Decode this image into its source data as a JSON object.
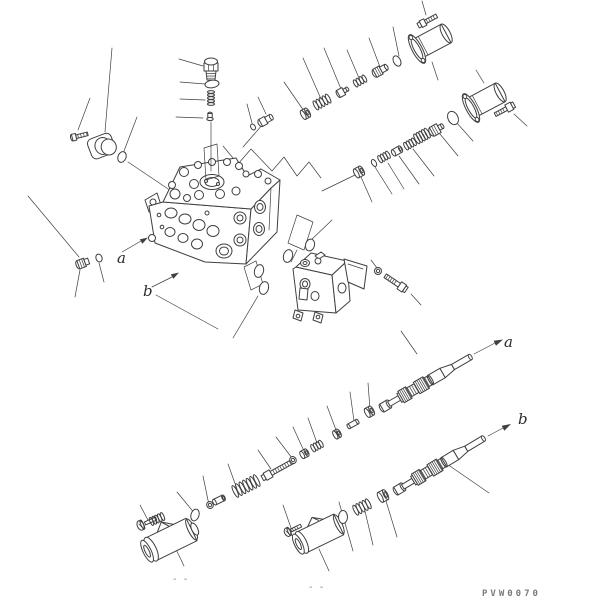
{
  "figure": {
    "code": "PVW0070"
  },
  "labels": {
    "upper_a": "a",
    "upper_b": "b",
    "lower_a": "a",
    "lower_b": "b"
  },
  "dash_marks": {
    "left": "- -",
    "center": "- -"
  },
  "colors": {
    "background": "#ffffff",
    "line": "#3f3f3f",
    "label_text": "#2b2b2b",
    "code_text": "#7a7a7a"
  },
  "parts": [
    "main-valve-body",
    "side-cover",
    "cover-bolt",
    "cover-o-ring",
    "top-plug",
    "plug-o-ring",
    "plug-spring",
    "plug-poppet",
    "check-valve-fitting",
    "valve-seat",
    "check-spring",
    "check-poppet",
    "relief-plug",
    "relief-o-ring",
    "flanged-cap-upper",
    "flanged-cap-right",
    "cap-bolt",
    "pilot-valve-body",
    "pilot-washer",
    "pilot-bolt",
    "spool-a",
    "spool-b",
    "spring-seat",
    "return-spring",
    "long-bolt",
    "washer",
    "pin",
    "retainer-ring",
    "end-cap-cylinder-a",
    "end-cap-cylinder-b",
    "adjust-screw",
    "o-ring",
    "hex-plug"
  ]
}
